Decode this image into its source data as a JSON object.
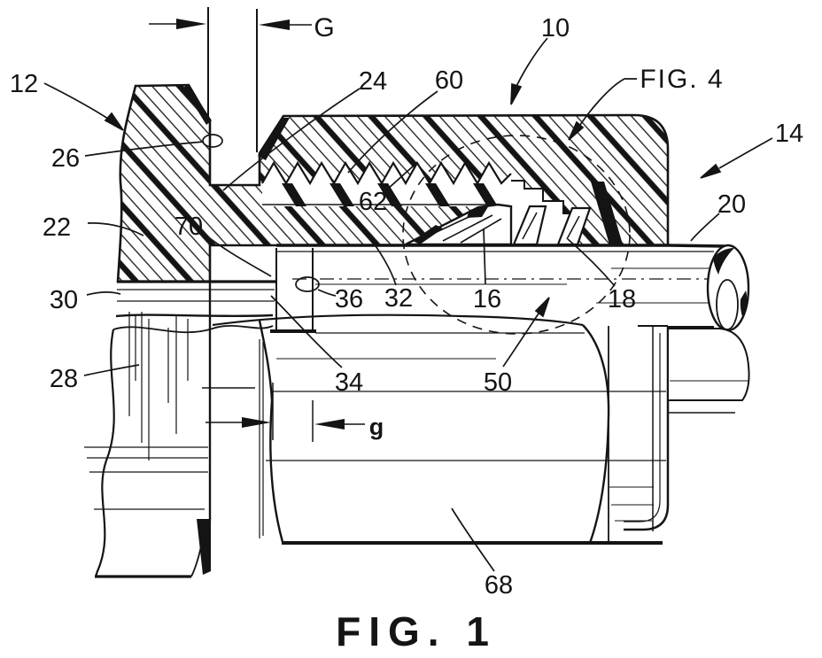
{
  "figure": {
    "caption": "FIG. 1",
    "detail_callout": "FIG. 4",
    "dimensions": {
      "major_gap": "G",
      "minor_gap": "g"
    },
    "reference_numerals": {
      "n10": "10",
      "n12": "12",
      "n14": "14",
      "n16": "16",
      "n18": "18",
      "n20": "20",
      "n22": "22",
      "n24": "24",
      "n26": "26",
      "n28": "28",
      "n30": "30",
      "n32": "32",
      "n34": "34",
      "n36": "36",
      "n50": "50",
      "n60": "60",
      "n62": "62",
      "n68": "68",
      "n70": "70"
    }
  }
}
